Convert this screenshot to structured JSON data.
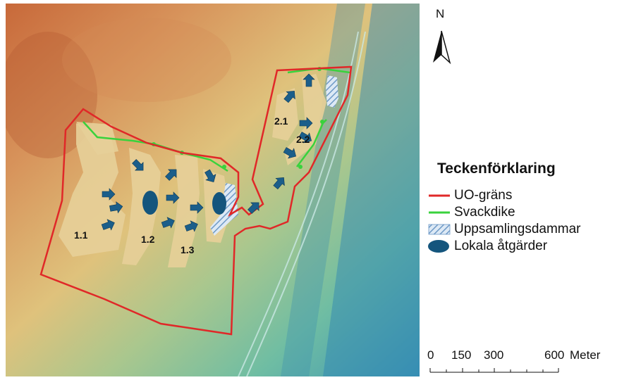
{
  "north_label": "N",
  "legend": {
    "title": "Teckenförklaring",
    "items": [
      {
        "label": "UO-gräns",
        "symbol": "red-line-icon",
        "color": "#e02828"
      },
      {
        "label": "Svackdike",
        "symbol": "green-line-icon",
        "color": "#39d23c"
      },
      {
        "label": "Uppsamlingsdammar",
        "symbol": "hatched-pond-icon",
        "color": "#7fa9d3"
      },
      {
        "label": "Lokala åtgärder",
        "symbol": "blue-ellipse-icon",
        "color": "#14557d"
      }
    ]
  },
  "area_labels": [
    "1.1",
    "1.2",
    "1.3",
    "2.1",
    "2.2"
  ],
  "scale": {
    "ticks": [
      "0",
      "150",
      "300",
      "600"
    ],
    "unit": "Meter"
  },
  "colors": {
    "fill_area": "#e6cf98",
    "arrow": "#1b5e8a",
    "terrain_high": "#c8693a",
    "terrain_mid": "#e8dc8a",
    "terrain_low": "#4aa7b0"
  }
}
